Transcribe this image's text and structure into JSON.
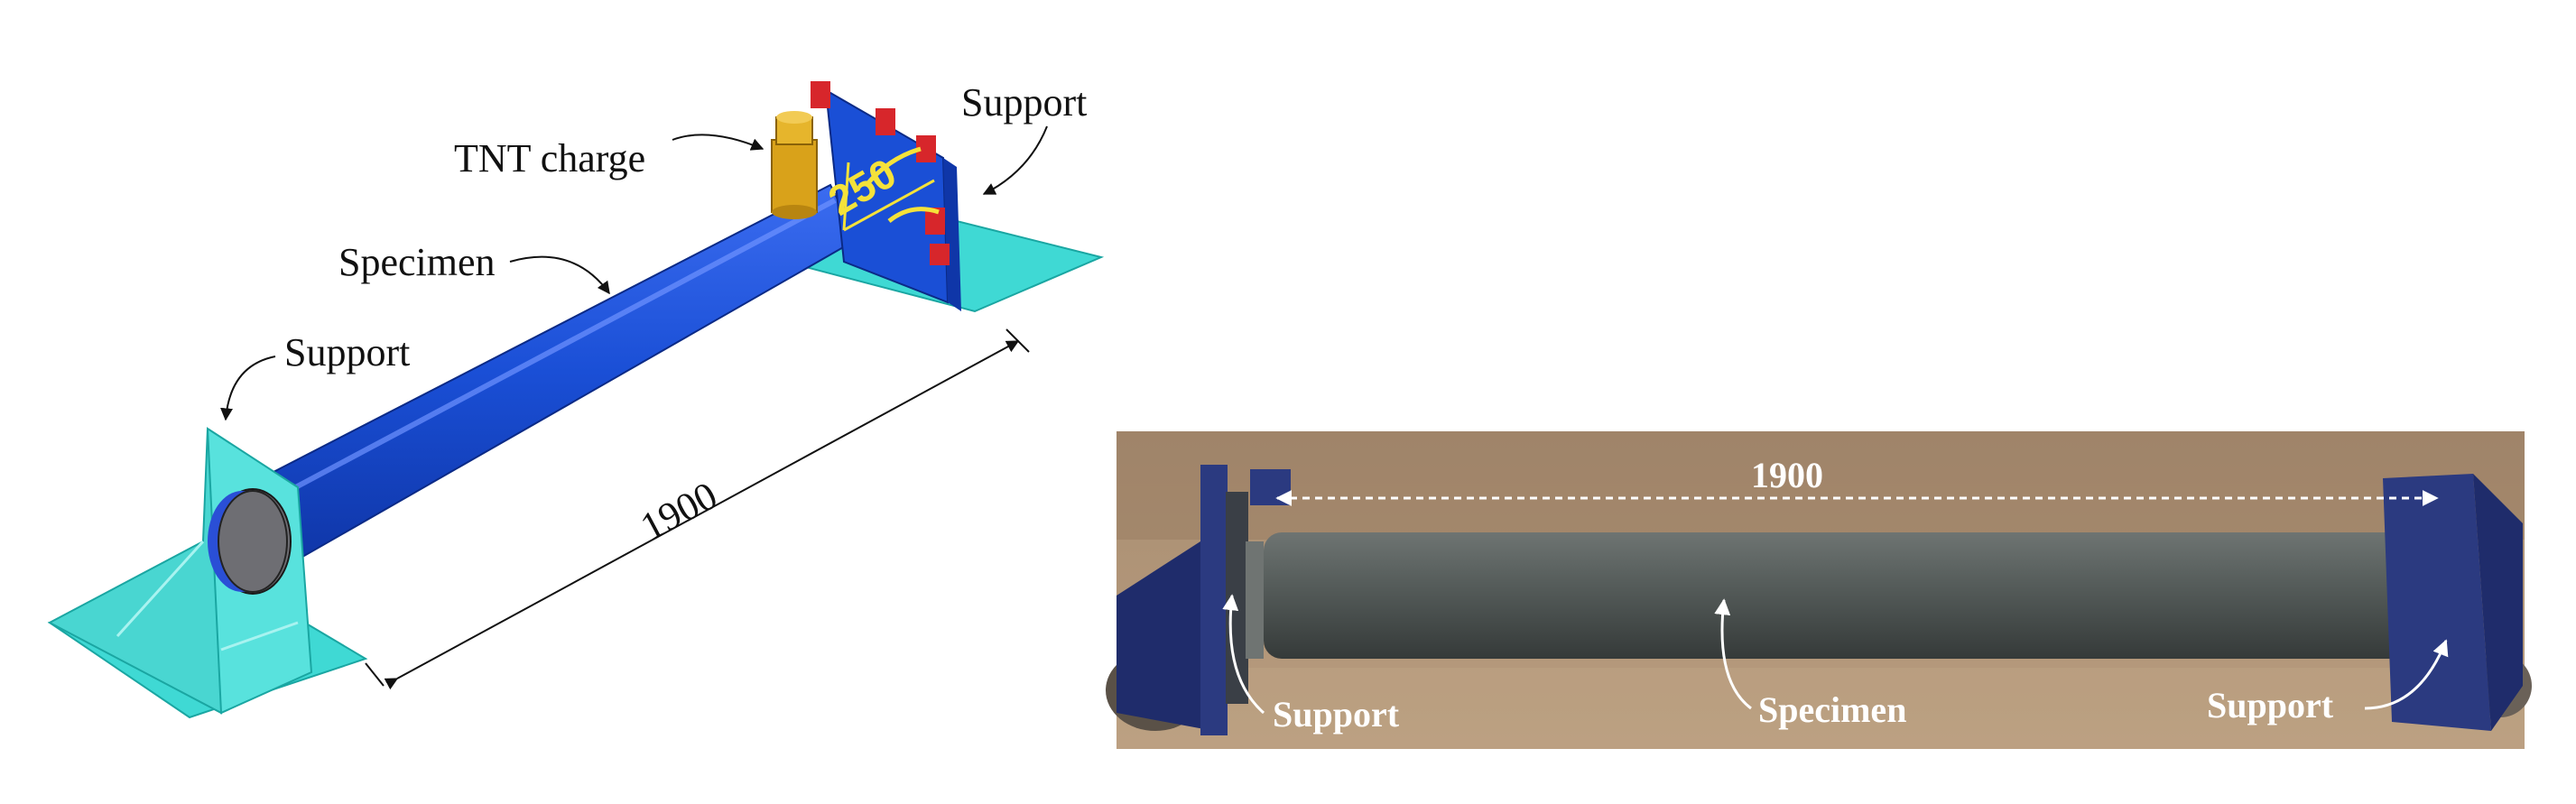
{
  "cad": {
    "tnt_label": "TNT charge",
    "support_top_label": "Support",
    "specimen_label": "Specimen",
    "support_left_label": "Support",
    "length_dim": "1900",
    "standoff_dim": "250"
  },
  "photo": {
    "length_dim": "1900",
    "support_left_label": "Support",
    "specimen_label": "Specimen",
    "support_right_label": "Support"
  },
  "colors": {
    "specimen_blue": "#1a4fd6",
    "support_cyan": "#3fd9d4",
    "tnt_gold": "#d9a21a",
    "clamp_red": "#d7262b",
    "dim_yellow": "#f5e23a"
  }
}
